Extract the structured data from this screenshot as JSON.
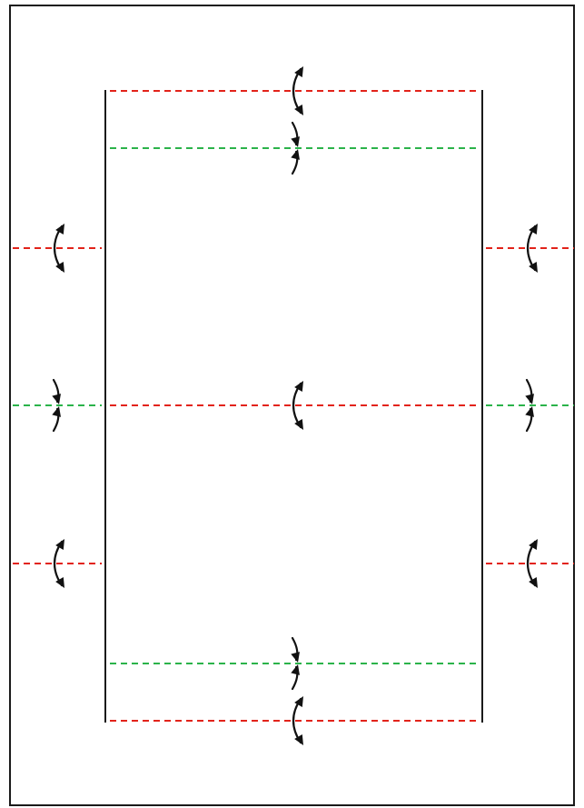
{
  "colors": {
    "background": "#ffffff",
    "frame": "#1a1a1a",
    "mountain_fold": "#e2231a",
    "valley_fold": "#2bb34a",
    "arrow": "#111111"
  },
  "legend": {
    "mountain_fold_color_name": "red-dashed",
    "valley_fold_color_name": "green-dashed"
  },
  "arrow_types": {
    "outward": "fold-away",
    "inward": "fold-toward"
  },
  "icon_names": {
    "outward": "fold-arrow-outward-icon",
    "inward": "fold-arrow-inward-icon"
  }
}
